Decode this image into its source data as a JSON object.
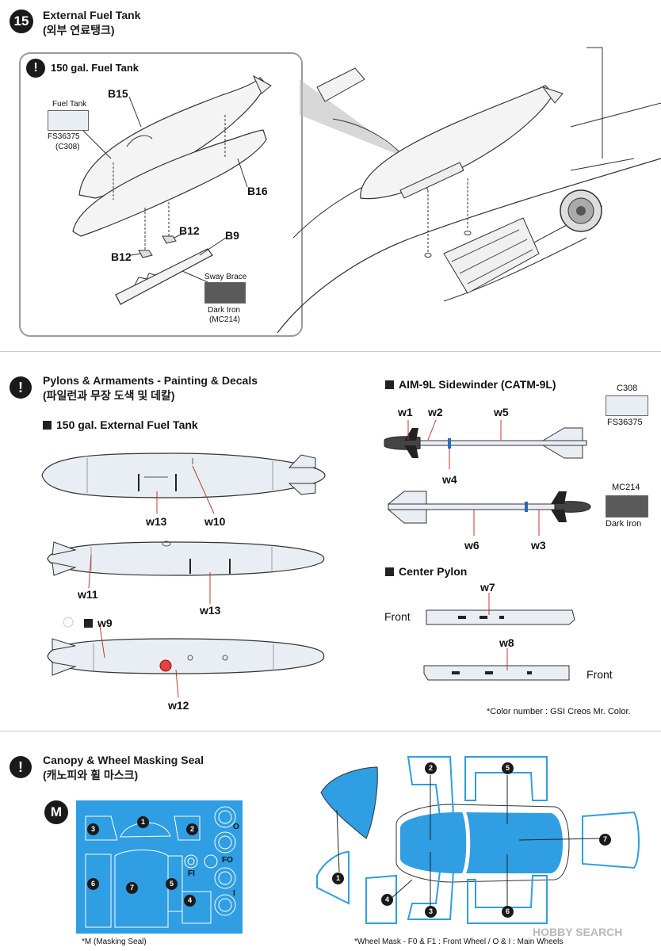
{
  "step15": {
    "number": "15",
    "title": "External Fuel Tank",
    "title_kr": "(외부 연료탱크)",
    "callout_title": "150 gal. Fuel Tank",
    "fuel_tank_label": "Fuel Tank",
    "fuel_tank_color": "FS36375",
    "fuel_tank_code": "(C308)",
    "sway_brace_label": "Sway Brace",
    "sway_brace_color": "Dark Iron",
    "sway_brace_code": "(MC214)",
    "parts": {
      "b15": "B15",
      "b16": "B16",
      "b12a": "B12",
      "b12b": "B12",
      "b9": "B9"
    }
  },
  "pylons": {
    "title": "Pylons & Armaments - Painting & Decals",
    "title_kr": "(파일런과 무장 도색 및 데칼)",
    "tank_heading": "150 gal. External Fuel Tank",
    "tank_labels": {
      "w13a": "w13",
      "w10": "w10",
      "w11": "w11",
      "w13b": "w13",
      "w9": "w9",
      "w12": "w12"
    },
    "sidewinder_heading": "AIM-9L Sidewinder (CATM-9L)",
    "sidewinder_labels": {
      "w1": "w1",
      "w2": "w2",
      "w5": "w5",
      "w4": "w4",
      "w6": "w6",
      "w3": "w3"
    },
    "color_a_code": "C308",
    "color_a_name": "FS36375",
    "color_b_code": "MC214",
    "color_b_name": "Dark Iron",
    "center_pylon_heading": "Center Pylon",
    "front_a": "Front",
    "front_b": "Front",
    "w7": "w7",
    "w8": "w8",
    "color_note": "*Color number : GSI Creos Mr. Color."
  },
  "masking": {
    "title": "Canopy & Wheel Masking Seal",
    "title_kr": "(캐노피와 휠 마스크)",
    "badge": "M",
    "sheet_labels": {
      "o": "O",
      "fo": "FO",
      "fi": "FI",
      "i": "I"
    },
    "note_left": "*M (Masking Seal)",
    "note_right": "*Wheel Mask - F0 & F1 : Front Wheel / O & I : Main Wheels",
    "watermark": "HOBBY SEARCH",
    "numbers": [
      "1",
      "2",
      "3",
      "4",
      "5",
      "6",
      "7"
    ]
  },
  "colors": {
    "mask_blue": "#2f9ee3",
    "light_grey": "#e8eef4",
    "dark_iron": "#5a5a5a"
  }
}
